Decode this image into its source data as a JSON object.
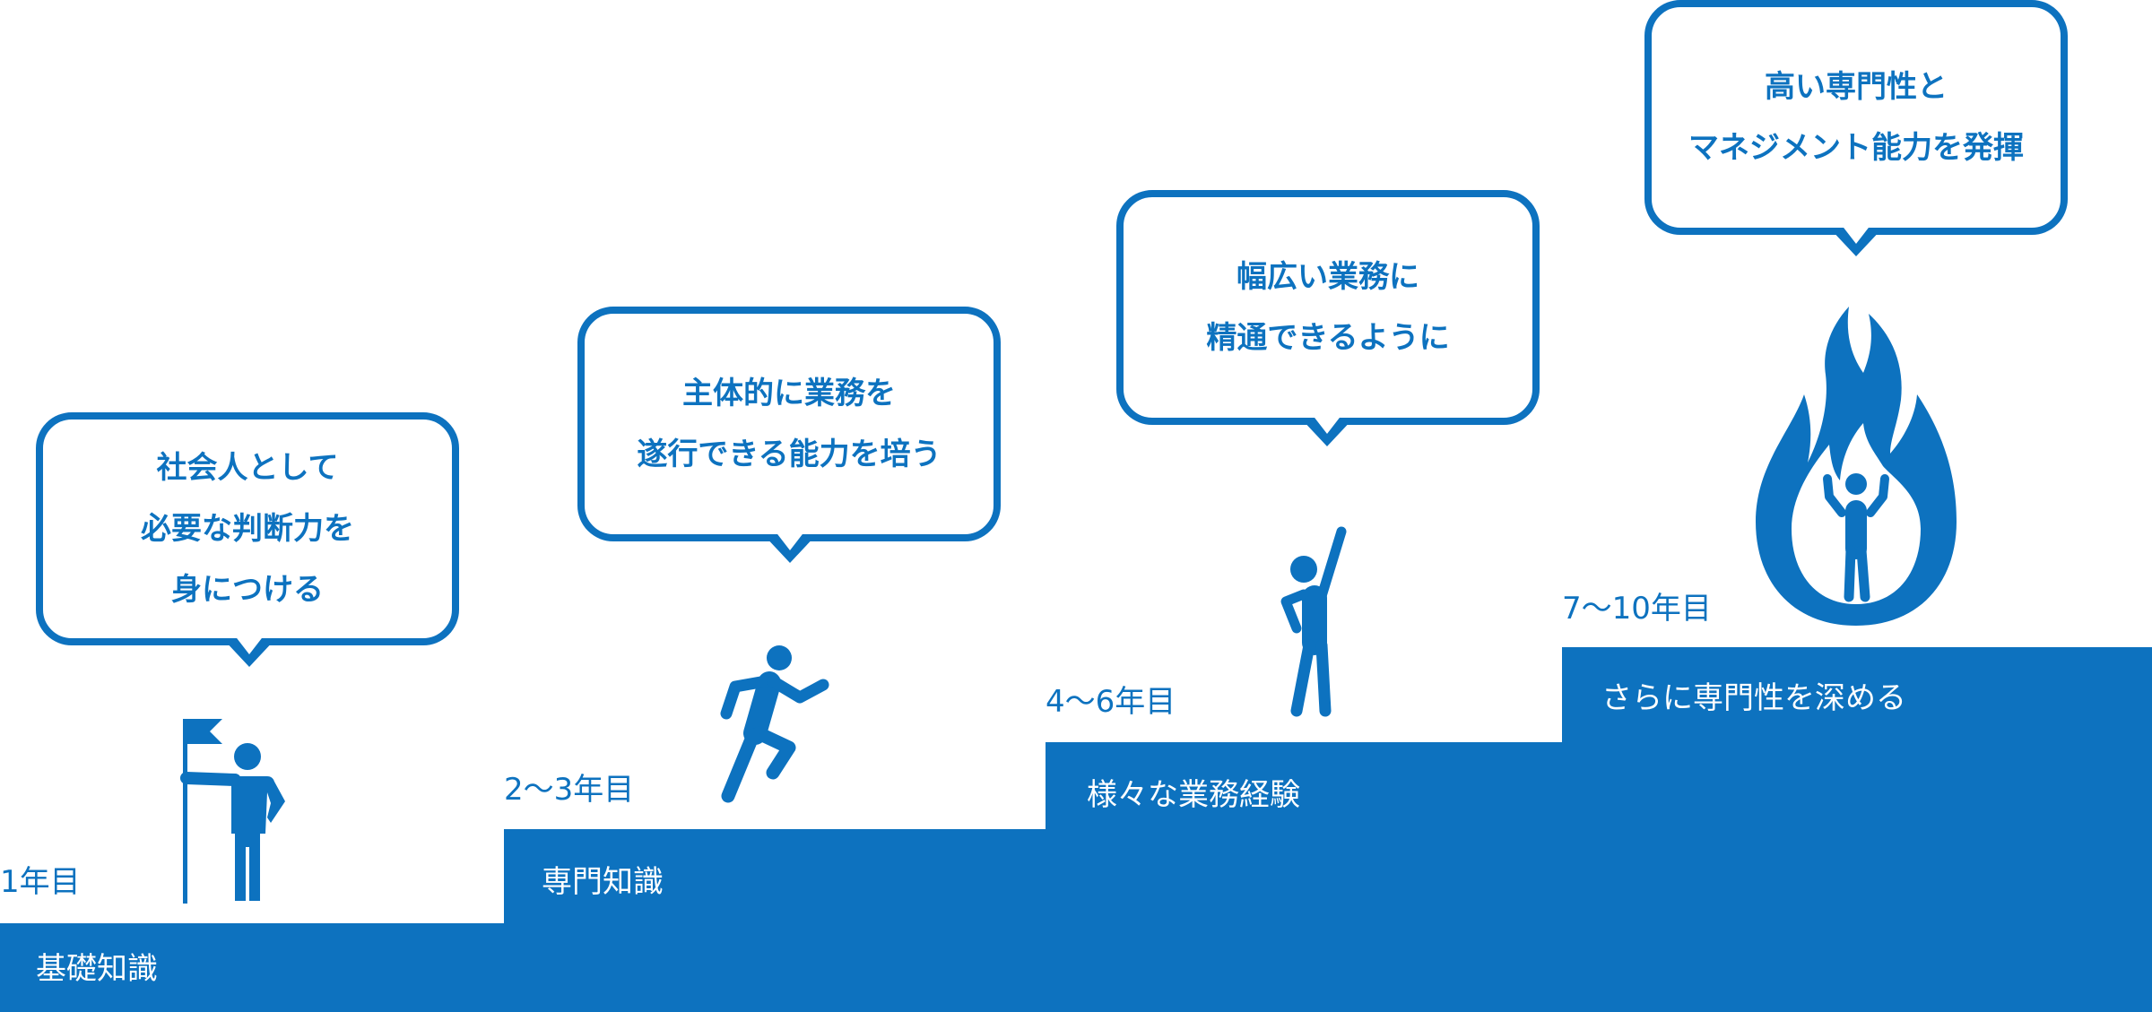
{
  "theme": {
    "blue": "#0d72bf",
    "white": "#ffffff"
  },
  "stages": [
    {
      "year": "1年目",
      "skill": "基礎知識",
      "bubble": "社会人として\n必要な判断力を\n身につける",
      "icon": "person-with-flag-icon"
    },
    {
      "year": "2〜3年目",
      "skill": "専門知識",
      "bubble": "主体的に業務を\n遂行できる能力を培う",
      "icon": "running-person-icon"
    },
    {
      "year": "4〜6年目",
      "skill": "様々な業務経験",
      "bubble": "幅広い業務に\n精通できるように",
      "icon": "person-pointing-up-icon"
    },
    {
      "year": "7〜10年目",
      "skill": "さらに専門性を深める",
      "bubble": "高い専門性と\nマネジメント能力を発揮",
      "icon": "person-in-flame-icon"
    }
  ]
}
